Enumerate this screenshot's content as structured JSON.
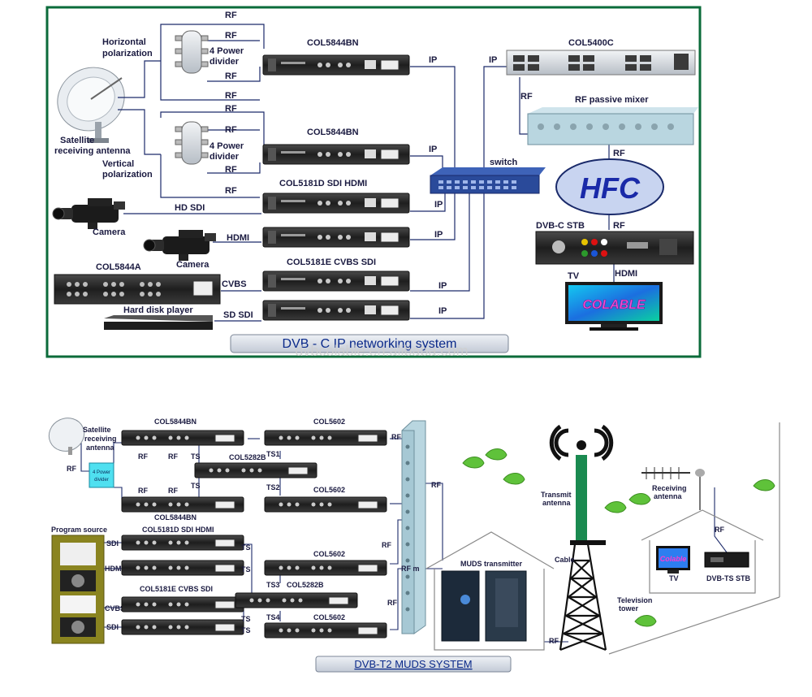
{
  "top": {
    "dev_col5844bn_1": "COL5844BN",
    "dev_col5844bn_2": "COL5844BN",
    "dev_col5400c": "COL5400C",
    "dev_col5181d": "COL5181D SDI HDMI",
    "dev_col5181e": "COL5181E CVBS SDI",
    "dev_col5844a": "COL5844A",
    "horiz_pol": [
      "Horizontal",
      "polarization"
    ],
    "vert_pol": [
      "Vertical",
      "polarization"
    ],
    "satellite": [
      "Satellite",
      "receiving antenna"
    ],
    "power_div_1": [
      "4 Power",
      "divider"
    ],
    "power_div_2": [
      "4 Power",
      "divider"
    ],
    "rf": "RF",
    "ip": "IP",
    "switch": "switch",
    "rf_mixer": "RF passive mixer",
    "hfc": "HFC",
    "dvbc_stb": "DVB-C STB",
    "tv": "TV",
    "hdmi": "HDMI",
    "hd_sdi": "HD SDI",
    "cvbs": "CVBS",
    "sd_sdi": "SD SDI",
    "camera_1": "Camera",
    "camera_2": "Camera",
    "hdd_player": "Hard disk player",
    "tv_screen_brand": "COLABLE",
    "caption": "DVB - C IP networking system",
    "watermark": "dvbcolable.en.alibaba.com"
  },
  "bottom": {
    "satellite": [
      "Satellite",
      "receiving",
      "antenna"
    ],
    "power_div": [
      "4 Power",
      "divider"
    ],
    "col5844bn_1": "COL5844BN",
    "col5844bn_2": "COL5844BN",
    "col5282b_1": "COL5282B",
    "col5282b_2": "COL5282B",
    "col5602_1": "COL5602",
    "col5602_2": "COL5602",
    "col5602_3": "COL5602",
    "col5602_4": "COL5602",
    "col5181d": "COL5181D SDI HDMI",
    "col5181e": "COL5181E CVBS SDI",
    "program_source": "Program source",
    "rf": "RF",
    "ts": "TS",
    "ts1": "TS1",
    "ts2": "TS2",
    "ts3": "TS3",
    "ts4": "TS4",
    "sdi": "SDI",
    "hdmi": "HDMI",
    "cvbs": "CVBS",
    "rf_m": "RF m",
    "muds_transmitter": "MUDS transmitter",
    "transmit_antenna": [
      "Transmit",
      "antenna"
    ],
    "cable": "Cable",
    "tv_tower": [
      "Television",
      "tower"
    ],
    "receiving_antenna": [
      "Receiving",
      "antenna"
    ],
    "tv": "TV",
    "dvbts_stb": "DVB-TS STB",
    "tv_brand": "Colable",
    "caption": "DVB-T2 MUDS SYSTEM"
  },
  "colors": {
    "frame_green": "#0b6b3a",
    "hfc_fill": "#c8d4f0",
    "hfc_text": "#1a2aa8",
    "caption_bg": "#d8dde6",
    "line": "#1c2a6a"
  }
}
